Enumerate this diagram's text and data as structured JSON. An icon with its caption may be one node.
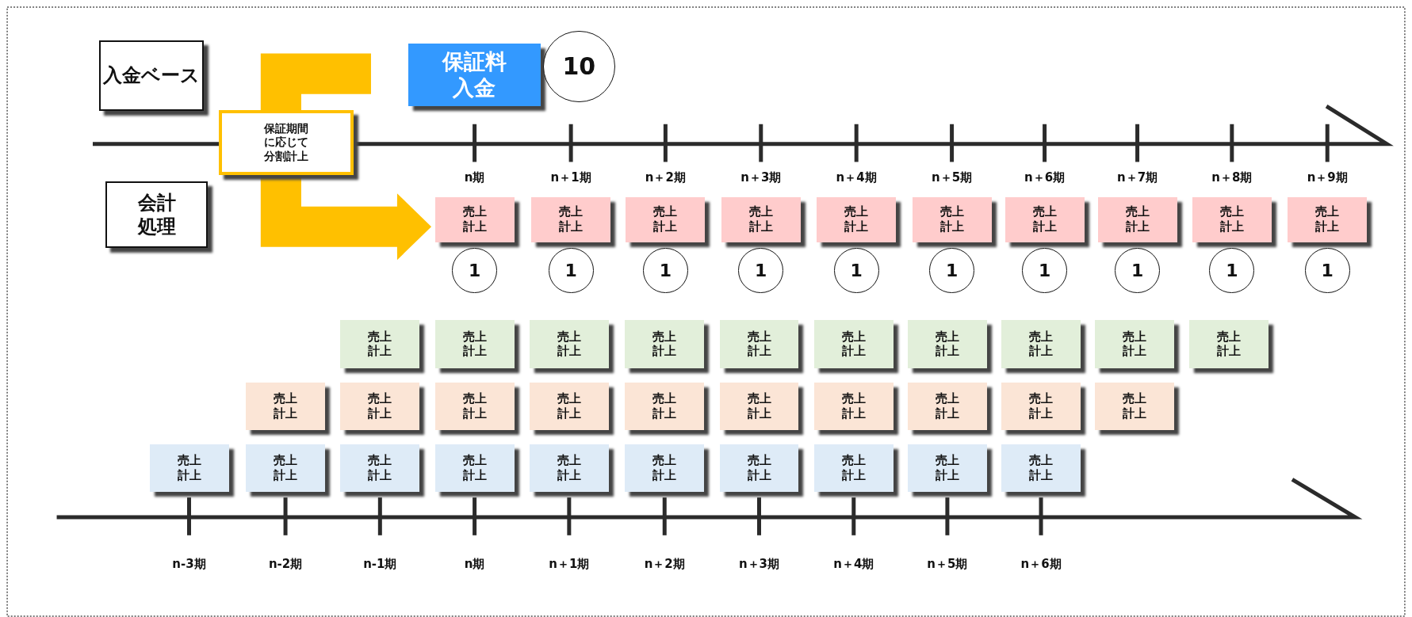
{
  "diagram": {
    "nodes": [
      {
        "text": [
          "入金ベース"
        ]
      },
      {
        "text": [
          "保証料入金"
        ]
      },
      {
        "text": [
          "10"
        ]
      },
      {
        "text": [
          "保証期間に応じて分割計上"
        ]
      },
      {
        "text": [
          "会計処理"
        ]
      },
      {
        "text": [
          "売上計上"
        ]
      },
      {
        "text": [
          "売上計上"
        ]
      },
      {
        "text": [
          "売上計上"
        ]
      },
      {
        "text": [
          "売上計上"
        ]
      },
      {
        "text": [
          "売上計上"
        ]
      },
      {
        "text": [
          "売上計上"
        ]
      },
      {
        "text": [
          "売上計上"
        ]
      },
      {
        "text": [
          "売上計上"
        ]
      },
      {
        "text": [
          "売上計上"
        ]
      },
      {
        "text": [
          "売上計上"
        ]
      },
      {
        "text": [
          "1"
        ]
      },
      {
        "text": [
          "1"
        ]
      },
      {
        "text": [
          "1"
        ]
      },
      {
        "text": [
          "1"
        ]
      },
      {
        "text": [
          "1"
        ]
      },
      {
        "text": [
          "1"
        ]
      },
      {
        "text": [
          "1"
        ]
      },
      {
        "text": [
          "1"
        ]
      },
      {
        "text": [
          "1"
        ]
      },
      {
        "text": [
          "1"
        ]
      },
      {
        "text": [
          "売上計上"
        ]
      },
      {
        "text": [
          "売上計上"
        ]
      },
      {
        "text": [
          "売上計上"
        ]
      },
      {
        "text": [
          "売上計上"
        ]
      },
      {
        "text": [
          "売上計上"
        ]
      },
      {
        "text": [
          "売上計上"
        ]
      },
      {
        "text": [
          "売上計上"
        ]
      },
      {
        "text": [
          "売上計上"
        ]
      },
      {
        "text": [
          "売上計上"
        ]
      },
      {
        "text": [
          "売上計上"
        ]
      },
      {
        "text": [
          "売上計上"
        ]
      },
      {
        "text": [
          "売上計上"
        ]
      },
      {
        "text": [
          "売上計上"
        ]
      },
      {
        "text": [
          "売上計上"
        ]
      },
      {
        "text": [
          "売上計上"
        ]
      },
      {
        "text": [
          "売上計上"
        ]
      },
      {
        "text": [
          "売上計上"
        ]
      },
      {
        "text": [
          "売上計上"
        ]
      },
      {
        "text": [
          "売上計上"
        ]
      },
      {
        "text": [
          "売上計上"
        ]
      },
      {
        "text": [
          "売上計上"
        ]
      },
      {
        "text": [
          "売上計上"
        ]
      },
      {
        "text": [
          "売上計上"
        ]
      },
      {
        "text": [
          "売上計上"
        ]
      },
      {
        "text": [
          "売上計上"
        ]
      },
      {
        "text": [
          "売上計上"
        ]
      },
      {
        "text": [
          "売上計上"
        ]
      },
      {
        "text": [
          "売上計上"
        ]
      },
      {
        "text": [
          "売上計上"
        ]
      },
      {
        "text": [
          "売上計上"
        ]
      }
    ],
    "edges": [
      {
        "from": null,
        "to": 5,
        "arrow": "to",
        "color": "#ffc000"
      }
    ],
    "labels": [
      "n期",
      "n＋1期",
      "n＋2期",
      "n＋3期",
      "n＋4期",
      "n＋5期",
      "n＋6期",
      "n＋7期",
      "n＋8期",
      "n＋9期",
      "n-3期",
      "n-2期",
      "n-1期",
      "n期",
      "n＋1期",
      "n＋2期",
      "n＋3期",
      "n＋4期",
      "n＋5期",
      "n＋6期"
    ]
  }
}
